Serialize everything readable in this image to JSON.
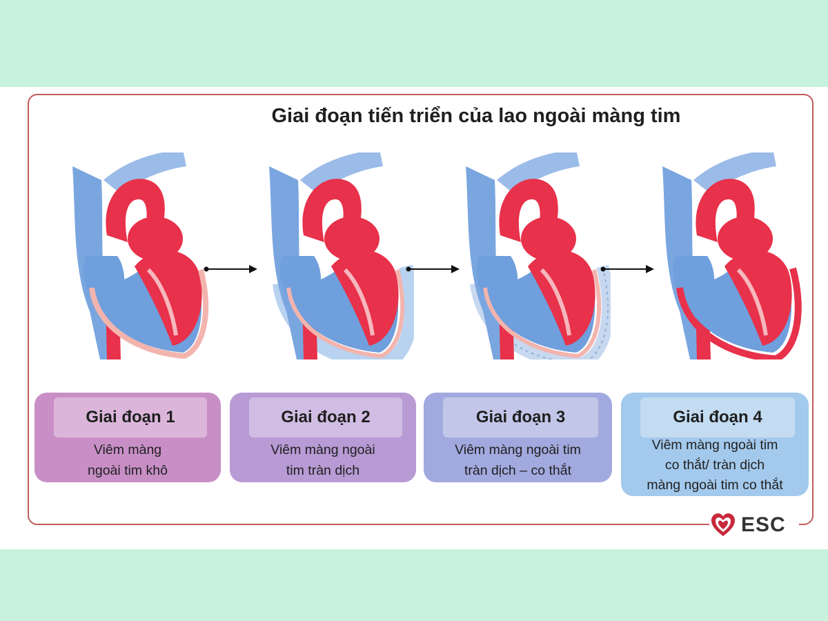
{
  "title": "Giai đoạn tiến triển của lao ngoài màng tim",
  "stages": [
    {
      "label": "Giai đoạn 1",
      "desc": [
        "Viêm màng",
        "ngoài tim khô"
      ]
    },
    {
      "label": "Giai đoạn 2",
      "desc": [
        "Viêm màng ngoài",
        "tim tràn dịch"
      ]
    },
    {
      "label": "Giai đoạn 3",
      "desc": [
        "Viêm màng ngoài tim",
        "tràn dịch – co thắt"
      ]
    },
    {
      "label": "Giai đoạn 4",
      "desc": [
        "Viêm màng ngoài tim",
        "co thắt/ tràn dịch",
        "màng ngoài tim co thắt"
      ]
    }
  ],
  "logo": {
    "text": "ESC"
  },
  "colors": {
    "background": "#c8f2de",
    "frame": "#c25a5a",
    "heart_red": "#e8314a",
    "heart_blue": "#6f9fdc",
    "stage1": "#c88fc6",
    "stage2": "#b89ad4",
    "stage3": "#a2a9de",
    "stage4": "#a3c9ec"
  }
}
